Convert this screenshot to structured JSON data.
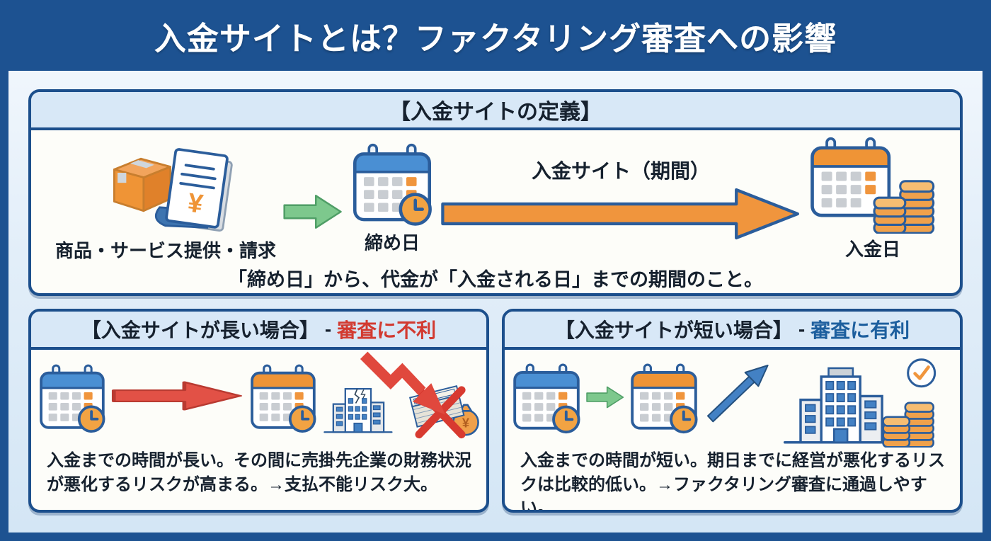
{
  "title": "入金サイトとは？ファクタリング審査への影響",
  "definition": {
    "heading": "【入金サイトの定義】",
    "step1_label": "商品・サービス提供・請求",
    "step2_label": "締め日",
    "period_label": "入金サイト（期間）",
    "step3_label": "入金日",
    "note": "「締め日」から、代金が「入金される日」までの期間のこと。"
  },
  "long_case": {
    "heading": "【入金サイトが長い場合】",
    "separator": "-",
    "verdict": "審査に不利",
    "description": "入金までの時間が長い。その間に売掛先企業の財務状況が悪化するリスクが高まる。→支払不能リスク大。"
  },
  "short_case": {
    "heading": "【入金サイトが短い場合】",
    "separator": "-",
    "verdict": "審査に有利",
    "description": "入金までの時間が短い。期日までに経営が悪化するリスクは比較的低い。→ファクタリング審査に通過しやすい。"
  },
  "colors": {
    "frame_blue": "#1d5291",
    "panel_border": "#1c4f8c",
    "panel_header_bg": "#d8e8f7",
    "background": "#e2eef9",
    "accent_orange": "#f0953d",
    "calendar_blue": "#4a8fd3",
    "negative_red": "#d23a30",
    "positive_blue": "#1d5f9e",
    "arrow_green": "#7dc88d"
  },
  "icons": {
    "step1": "package-and-invoice-icon",
    "flow": "green-arrow-icon",
    "closing_date": "calendar-clock-icon",
    "period": "long-orange-arrow-icon",
    "payment_date": "calendar-coins-icon",
    "long_wait": "red-arrow-icon",
    "decline": "declining-zigzag-arrow-icon",
    "distress": "damaged-building-icon",
    "default": "crossed-out-money-icon",
    "rise": "rising-blue-arrow-icon",
    "healthy": "healthy-building-icon",
    "approved": "check-circle-icon",
    "cash": "coin-stack-icon"
  }
}
